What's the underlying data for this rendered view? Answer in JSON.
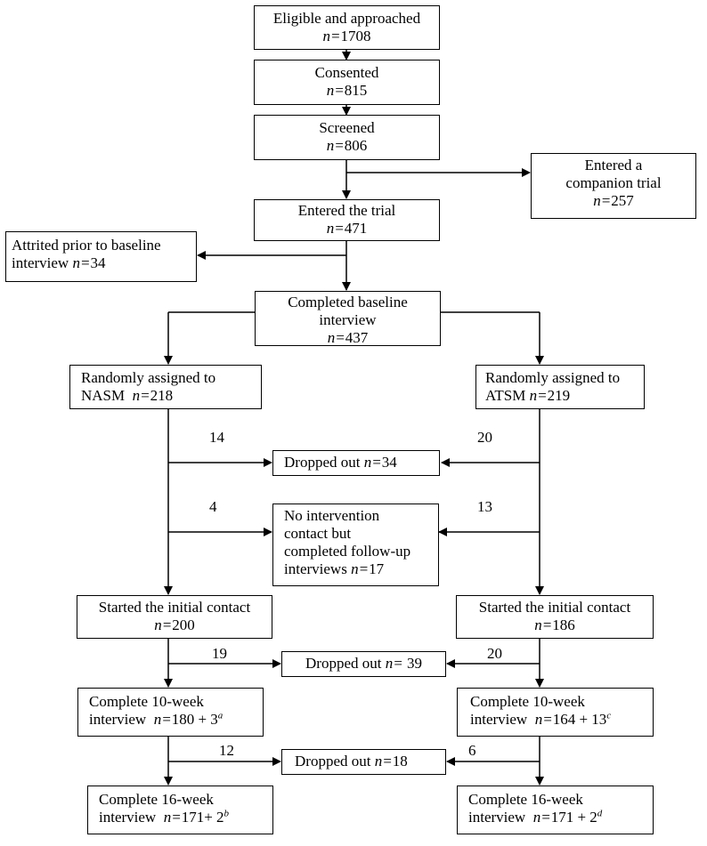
{
  "boxes": {
    "eligible": {
      "line1": "Eligible and approached",
      "n": "1708"
    },
    "consented": {
      "line1": "Consented",
      "n": "815"
    },
    "screened": {
      "line1": "Screened",
      "n": "806"
    },
    "companion": {
      "line1": "Entered a",
      "line2": "companion trial",
      "n": "257"
    },
    "entered": {
      "line1": "Entered the trial",
      "n": "471"
    },
    "attrited": {
      "line1": "Attrited prior to baseline",
      "line2": "interview",
      "n": "34"
    },
    "baseline": {
      "line1": "Completed baseline",
      "line2": "interview",
      "n": "437"
    },
    "nasm": {
      "line1": "Randomly assigned to",
      "group": "NASM",
      "n": "218"
    },
    "atsm": {
      "line1": "Randomly assigned to",
      "group": "ATSM",
      "n": "219"
    },
    "dropped1": {
      "label": "Dropped out",
      "n": "34"
    },
    "nocontact": {
      "line1": "No intervention",
      "line2": "contact but",
      "line3": "completed follow-up",
      "line4": "interviews",
      "n": "17"
    },
    "started_left": {
      "line1": "Started the initial contact",
      "n": "200"
    },
    "started_right": {
      "line1": "Started the initial contact",
      "n": "186"
    },
    "dropped2": {
      "label": "Dropped out",
      "n": "39"
    },
    "week10_left": {
      "line1": "Complete 10-week",
      "line2": "interview",
      "n": "180 + 3",
      "sup": "a"
    },
    "week10_right": {
      "line1": "Complete 10-week",
      "line2": "interview",
      "n": "164 + 13",
      "sup": "c"
    },
    "dropped3": {
      "label": "Dropped out",
      "n": "18"
    },
    "week16_left": {
      "line1": "Complete 16-week",
      "line2": "interview",
      "n": "171+ 2",
      "sup": "b"
    },
    "week16_right": {
      "line1": "Complete 16-week",
      "line2": "interview",
      "n": "171 + 2",
      "sup": "d"
    }
  },
  "flow_counts": {
    "drop1_left": "14",
    "drop1_right": "20",
    "nocontact_left": "4",
    "nocontact_right": "13",
    "drop2_left": "19",
    "drop2_right": "20",
    "drop3_left": "12",
    "drop3_right": "6"
  },
  "n_symbol": "n="
}
